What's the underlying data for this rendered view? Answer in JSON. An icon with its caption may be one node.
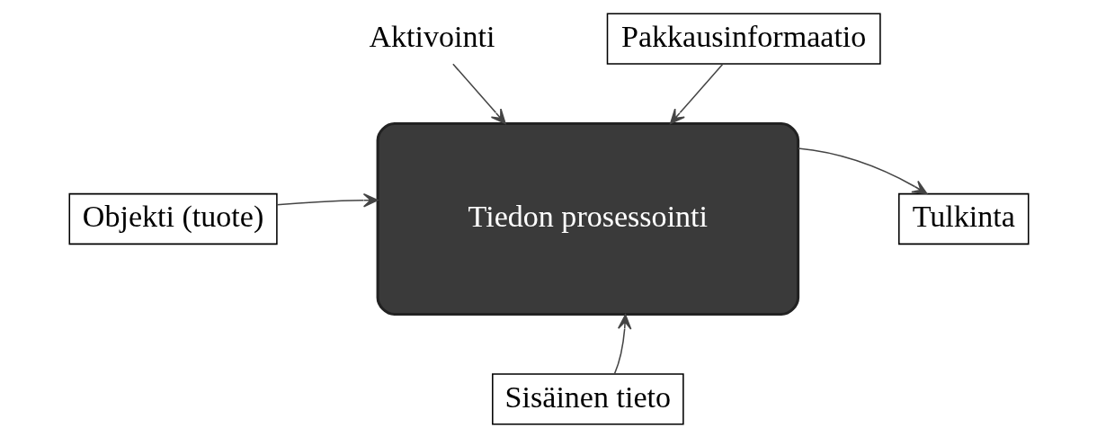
{
  "diagram": {
    "nodes": [
      {
        "text": [
          "Pakkausinformaatio"
        ]
      },
      {
        "text": [
          "Aktivointi"
        ]
      },
      {
        "text": [
          "Objekti (tuote)"
        ]
      },
      {
        "text": [
          "Tiedon prosessointi"
        ]
      },
      {
        "text": [
          "Tulkinta"
        ]
      },
      {
        "text": [
          "Sisäinen tieto"
        ]
      }
    ],
    "edges": [
      {
        "from": 1,
        "to": 3,
        "arrow": "to"
      },
      {
        "from": 0,
        "to": 3,
        "arrow": "to"
      },
      {
        "from": 2,
        "to": 3,
        "arrow": "to"
      },
      {
        "from": 3,
        "to": 4,
        "arrow": "to"
      },
      {
        "from": 5,
        "to": 3,
        "arrow": "to"
      }
    ]
  }
}
